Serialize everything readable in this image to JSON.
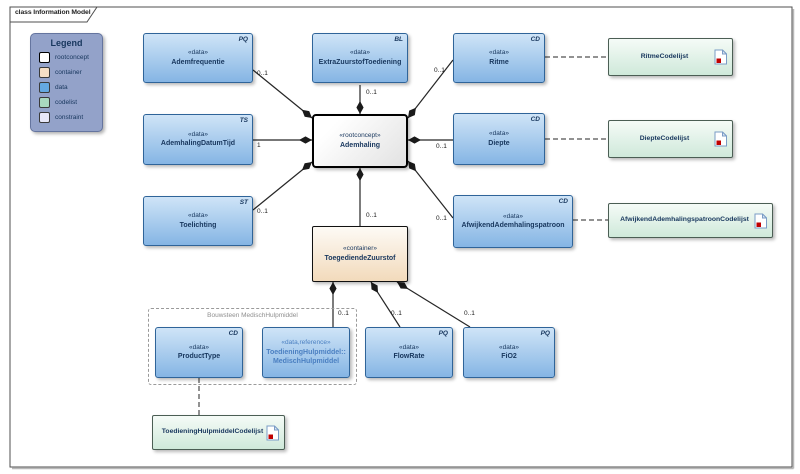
{
  "frame": {
    "tab_label": "class Information Model"
  },
  "legend": {
    "title": "Legend",
    "items": [
      {
        "label": "rootconcept",
        "color": "#ffffff"
      },
      {
        "label": "container",
        "color": "#f6dfc5"
      },
      {
        "label": "data",
        "color": "#64a8e0"
      },
      {
        "label": "codelist",
        "color": "#a9d8bf"
      },
      {
        "label": "constraint",
        "color": "#e7e7f8"
      }
    ]
  },
  "nodes": {
    "ademfrequentie": {
      "stereotype": "«data»",
      "name": "Ademfrequentie",
      "type": "PQ"
    },
    "extrazuurstof": {
      "stereotype": "«data»",
      "name": "ExtraZuurstofToediening",
      "type": "BL"
    },
    "ritme": {
      "stereotype": "«data»",
      "name": "Ritme",
      "type": "CD"
    },
    "ademhalingdatumtijd": {
      "stereotype": "«data»",
      "name": "AdemhalingDatumTijd",
      "type": "TS"
    },
    "ademhaling": {
      "stereotype": "«rootconcept»",
      "name": "Ademhaling"
    },
    "diepte": {
      "stereotype": "«data»",
      "name": "Diepte",
      "type": "CD"
    },
    "toelichting": {
      "stereotype": "«data»",
      "name": "Toelichting",
      "type": "ST"
    },
    "afwijkend": {
      "stereotype": "«data»",
      "name": "AfwijkendAdemhalingspatroon",
      "type": "CD"
    },
    "toegediendezuurstof": {
      "stereotype": "«container»",
      "name": "ToegediendeZuurstof"
    },
    "producttype": {
      "stereotype": "«data»",
      "name": "ProductType",
      "type": "CD"
    },
    "medischhulpmiddel": {
      "stereotype": "«data,reference»",
      "name_line1": "ToedieningHulpmiddel::",
      "name_line2": "MedischHulpmiddel"
    },
    "flowrate": {
      "stereotype": "«data»",
      "name": "FlowRate",
      "type": "PQ"
    },
    "fio2": {
      "stereotype": "«data»",
      "name": "FiO2",
      "type": "PQ"
    }
  },
  "codelists": {
    "ritme": {
      "name": "RitmeCodelijst"
    },
    "diepte": {
      "name": "DiepteCodelijst"
    },
    "afwijkend": {
      "name": "AfwijkendAdemhalingspatroonCodelijst"
    },
    "toediening": {
      "name": "ToedieningHulpmiddelCodelijst"
    }
  },
  "group": {
    "label": "Bouwsteen MedischHulpmiddel"
  },
  "multiplicities": {
    "ademfrequentie": "0..1",
    "extrazuurstof": "0..1",
    "ritme": "0..1",
    "ademhalingdatumtijd": "1",
    "diepte": "0..1",
    "toelichting": "0..1",
    "afwijkend": "0..1",
    "toegediendezuurstof": "0..1",
    "medischhulpmiddel": "0..1",
    "flowrate": "0..1",
    "fio2": "0..1"
  },
  "colors": {
    "data_fill": "#85b5e4",
    "data_border": "#2f6499",
    "container_fill": "#f2dabb",
    "codelist_fill": "#cfe9da",
    "legend_bg": "#93a2c9",
    "text_navy": "#17365d",
    "reference_text": "#4a7fc1",
    "line": "#262626"
  }
}
